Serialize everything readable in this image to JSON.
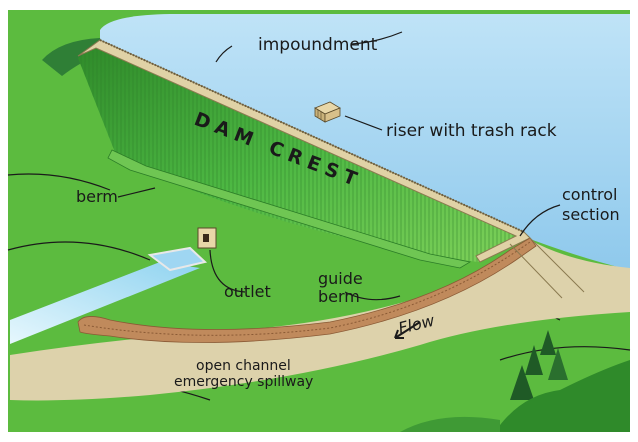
{
  "labels": {
    "impoundment": "impoundment",
    "dam_crest": "DAM CREST",
    "riser": "riser with trash rack",
    "control_line1": "control",
    "control_line2": "section",
    "berm": "berm",
    "outlet": "outlet",
    "guide_line1": "guide",
    "guide_line2": "berm",
    "flow": "Flow",
    "spillway_line1": "open channel",
    "spillway_line2": "emergency spillway"
  },
  "colors": {
    "grass": "#5cbb3f",
    "grass_dark": "#2f8a2a",
    "water": "#a9d6f2",
    "crest": "#e0d2a6",
    "dam_face": "#3fa33a",
    "channel": "#ddd2ab",
    "spillway_berm": "#c08a5c",
    "outflow": "#bfe6f7"
  }
}
